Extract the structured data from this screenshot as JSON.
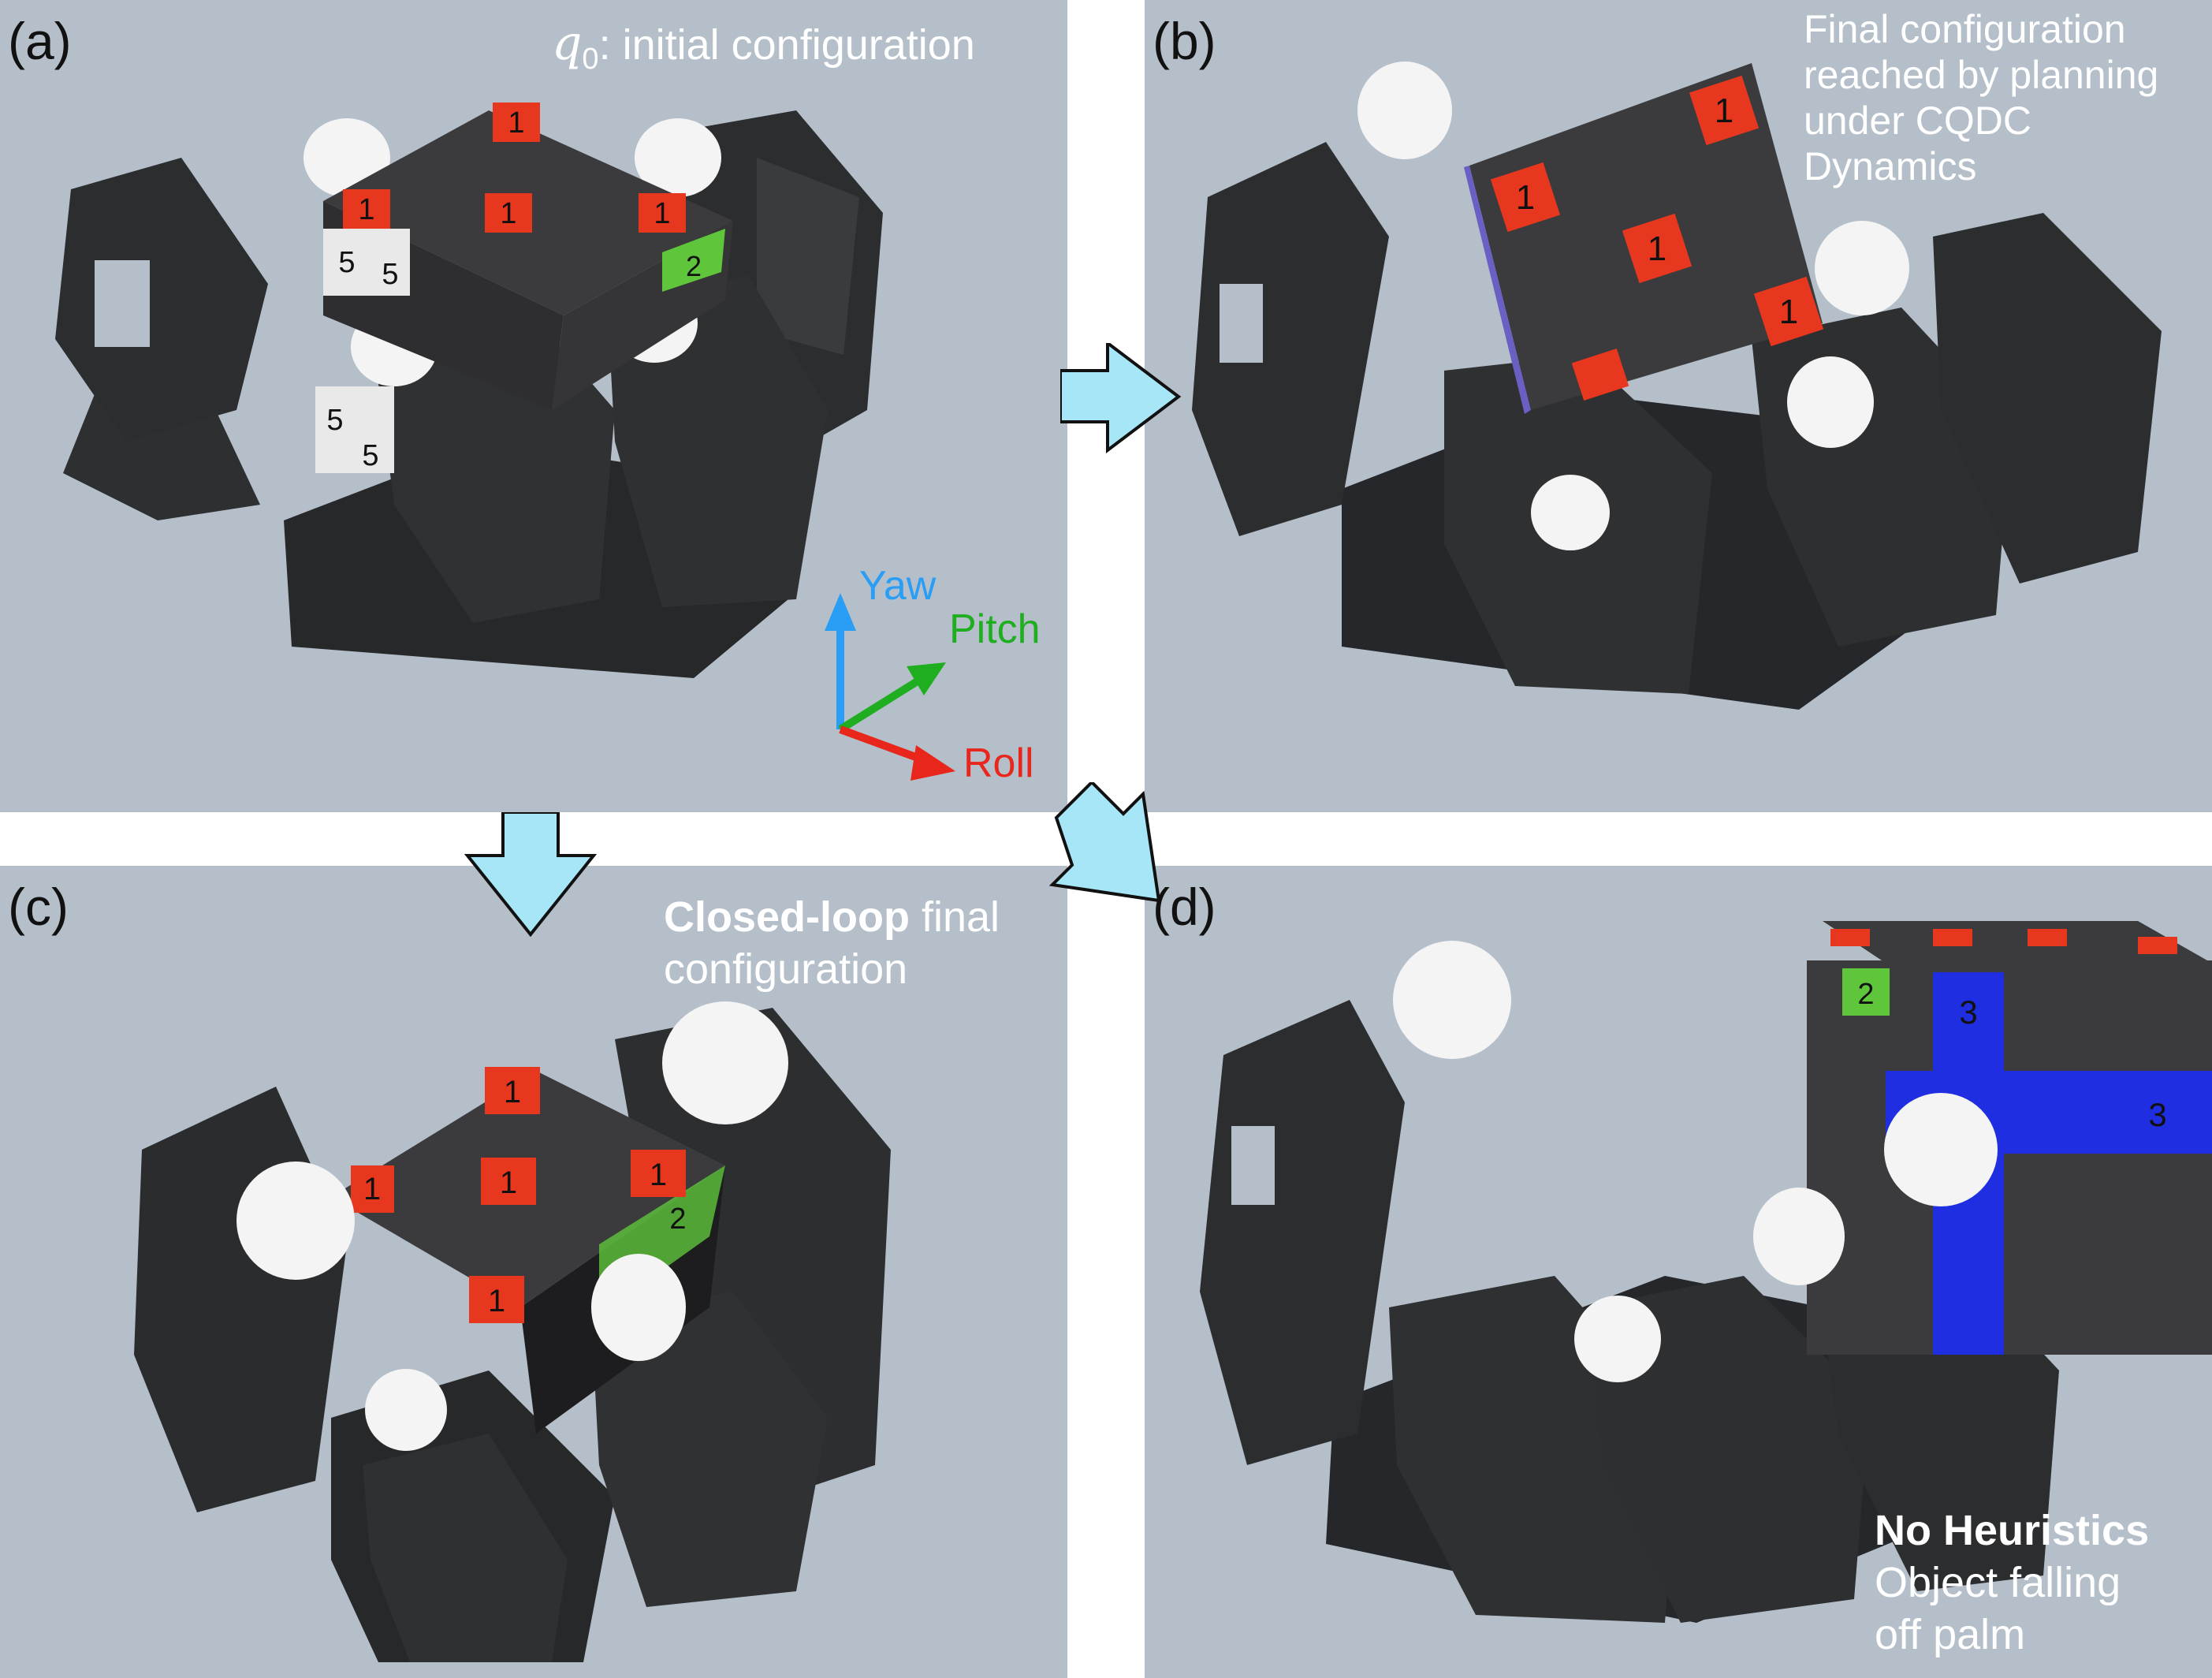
{
  "panels": {
    "a": {
      "label": "(a)",
      "caption_symbol": "q",
      "caption_subscript": "0",
      "caption_text": ": initial configuration",
      "axes": {
        "yaw": "Yaw",
        "pitch": "Pitch",
        "roll": "Roll"
      },
      "axis_colors": {
        "yaw": "#2a9df4",
        "pitch": "#1fae1f",
        "roll": "#e8261c"
      }
    },
    "b": {
      "label": "(b)",
      "caption_lines": [
        "Final configuration",
        "reached by planning",
        "under CQDC",
        "Dynamics"
      ]
    },
    "c": {
      "label": "(c)",
      "caption_bold": "Closed-loop",
      "caption_rest": " final",
      "caption_line2": "configuration"
    },
    "d": {
      "label": "(d)",
      "caption_bold": "No Heuristics",
      "caption_line2": "Object falling",
      "caption_line3": "off palm"
    }
  },
  "cube_marks": {
    "red": "1",
    "green": "2",
    "blue": "3",
    "white": "5"
  },
  "colors": {
    "background": "#b5bfca",
    "hand": "#2a2b2d",
    "cube": "#3b3b3d",
    "face_red": "#e8371f",
    "face_green": "#5fc63b",
    "face_blue": "#1f2ee0",
    "fingertip": "#f5f5f5",
    "flow_arrow": "#a6e6f7"
  }
}
